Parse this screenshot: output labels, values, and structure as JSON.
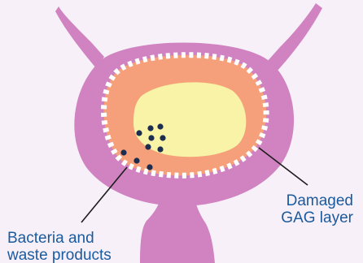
{
  "labels": {
    "damaged_gag": {
      "line1": "Damaged",
      "line2": "GAG layer"
    },
    "bacteria": {
      "line1": "Bacteria and",
      "line2": "waste products"
    }
  },
  "colors": {
    "background": "#f7f0f8",
    "bladder_wall": "#d083c0",
    "urine_outer": "#f5a07a",
    "urine_inner": "#f8f3a6",
    "gag_dashes": "#ffffff",
    "bacteria_dots": "#1c2d4f",
    "label_text": "#1a5a9e",
    "leader_lines": "#1c1c1c"
  },
  "icons": {
    "diagram": "bladder-cross-section"
  }
}
